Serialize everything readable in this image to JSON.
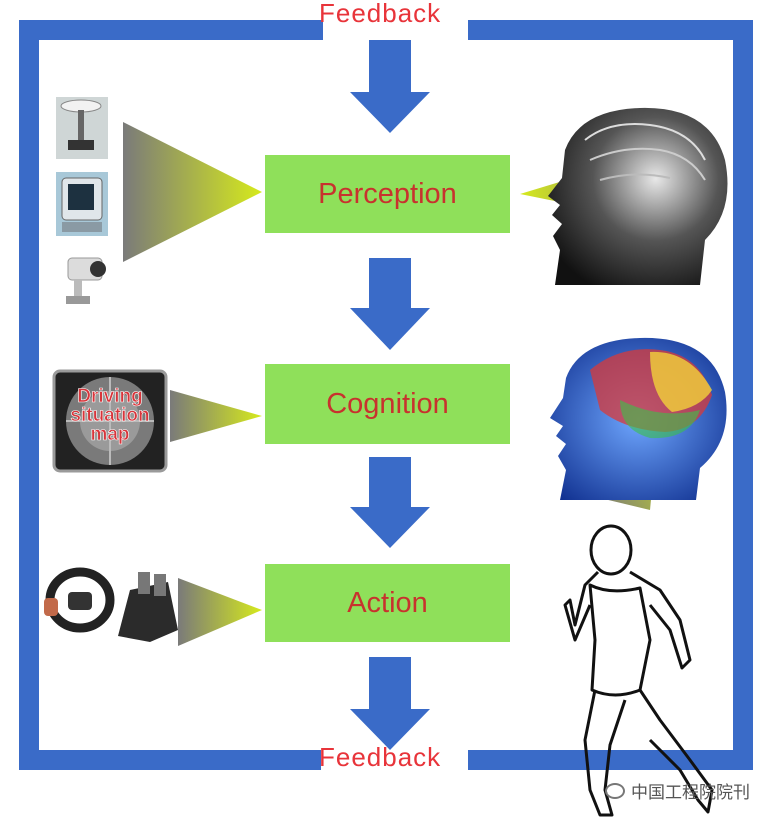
{
  "diagram": {
    "feedback_top": "Feedback",
    "feedback_bottom": "Feedback",
    "stages": [
      {
        "label": "Perception"
      },
      {
        "label": "Cognition"
      },
      {
        "label": "Action"
      }
    ],
    "map_label": "Driving situation map",
    "watermark": "中国工程院院刊",
    "colors": {
      "frame": "#3a6bc8",
      "arrow": "#3a6bc8",
      "box": "#8fe05a",
      "box_text": "#c8322e",
      "feedback_text": "#e8343a",
      "cone_start": "#7a7a7a",
      "cone_end": "#d6ea1c"
    }
  }
}
